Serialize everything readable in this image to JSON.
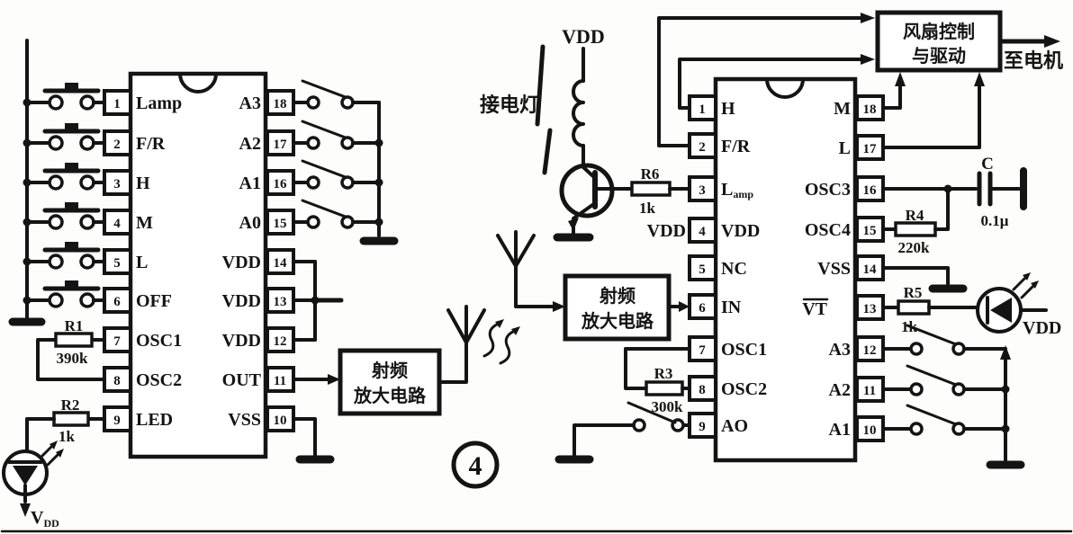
{
  "figure_label": "4",
  "colors": {
    "ink": "#141414",
    "paper": "#fdfdfb"
  },
  "left": {
    "pins_left": [
      {
        "num": "1",
        "label": "Lamp"
      },
      {
        "num": "2",
        "label": "F/R"
      },
      {
        "num": "3",
        "label": "H"
      },
      {
        "num": "4",
        "label": "M"
      },
      {
        "num": "5",
        "label": "L"
      },
      {
        "num": "6",
        "label": "OFF"
      },
      {
        "num": "7",
        "label": "OSC1"
      },
      {
        "num": "8",
        "label": "OSC2"
      },
      {
        "num": "9",
        "label": "LED"
      }
    ],
    "pins_right": [
      {
        "num": "18",
        "label": "A3"
      },
      {
        "num": "17",
        "label": "A2"
      },
      {
        "num": "16",
        "label": "A1"
      },
      {
        "num": "15",
        "label": "A0"
      },
      {
        "num": "14",
        "label": "VDD"
      },
      {
        "num": "13",
        "label": "VDD"
      },
      {
        "num": "12",
        "label": "VDD"
      },
      {
        "num": "11",
        "label": "OUT"
      },
      {
        "num": "10",
        "label": "VSS"
      }
    ],
    "r1": {
      "name": "R1",
      "value": "390k"
    },
    "r2": {
      "name": "R2",
      "value": "1k"
    },
    "led_supply": {
      "base": "V",
      "sub": "DD"
    },
    "rf_box": {
      "line1": "射频",
      "line2": "放大电路"
    }
  },
  "right": {
    "pins_left": [
      {
        "num": "1",
        "label": "H"
      },
      {
        "num": "2",
        "label": "F/R"
      },
      {
        "num": "3",
        "label": "L",
        "label_sub": "amp"
      },
      {
        "num": "4",
        "label": "VDD"
      },
      {
        "num": "5",
        "label": "NC"
      },
      {
        "num": "6",
        "label": "IN"
      },
      {
        "num": "7",
        "label": "OSC1"
      },
      {
        "num": "8",
        "label": "OSC2"
      },
      {
        "num": "9",
        "label": "AO"
      }
    ],
    "pins_right": [
      {
        "num": "18",
        "label": "M"
      },
      {
        "num": "17",
        "label": "L"
      },
      {
        "num": "16",
        "label": "OSC3"
      },
      {
        "num": "15",
        "label": "OSC4"
      },
      {
        "num": "14",
        "label": "VSS"
      },
      {
        "num": "13",
        "label": "VT"
      },
      {
        "num": "12",
        "label": "A3"
      },
      {
        "num": "11",
        "label": "A2"
      },
      {
        "num": "10",
        "label": "A1"
      }
    ],
    "fan_box": {
      "line1": "风扇控制",
      "line2": "与驱动"
    },
    "to_motor": "至电机",
    "lamp_note": "接电灯",
    "vdd_top": "VDD",
    "vdd_pin4": "VDD",
    "vdd_led": "VDD",
    "rf_box": {
      "line1": "射频",
      "line2": "放大电路"
    },
    "r3": {
      "name": "R3",
      "value": "300k"
    },
    "r4": {
      "name": "R4",
      "value": "220k"
    },
    "r5": {
      "name": "R5",
      "value": "1k"
    },
    "r6": {
      "name": "R6",
      "value": "1k"
    },
    "cap": {
      "name": "C",
      "value": "0.1μ"
    }
  }
}
